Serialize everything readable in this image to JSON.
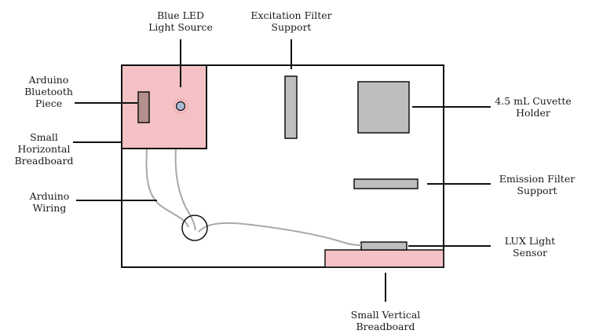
{
  "labels": {
    "blue_led": [
      "Blue LED",
      "Light Source"
    ],
    "excitation_filter": [
      "Excitation Filter",
      "Support"
    ],
    "arduino_bluetooth": [
      "Arduino",
      "Bluetooth",
      "Piece"
    ],
    "small_horizontal": [
      "Small",
      "Horizontal",
      "Breadboard"
    ],
    "arduino_wiring": [
      "Arduino",
      "Wiring"
    ],
    "cuvette_holder": [
      "4.5 mL Cuvette",
      "Holder"
    ],
    "emission_filter": [
      "Emission Filter",
      "Support"
    ],
    "lux_sensor": [
      "LUX Light",
      "Sensor"
    ],
    "small_vertical": [
      "Small Vertical",
      "Breadboard"
    ]
  },
  "colors": {
    "breadboard_fill": "#f4c2c4",
    "component_gray": "#bdbfbe",
    "bluetooth_fill": "#b38f8e",
    "led_fill": "#a9b9d6",
    "led_glow": "#e07a7a",
    "wire": "#a9a9a9",
    "outline": "#111111"
  }
}
